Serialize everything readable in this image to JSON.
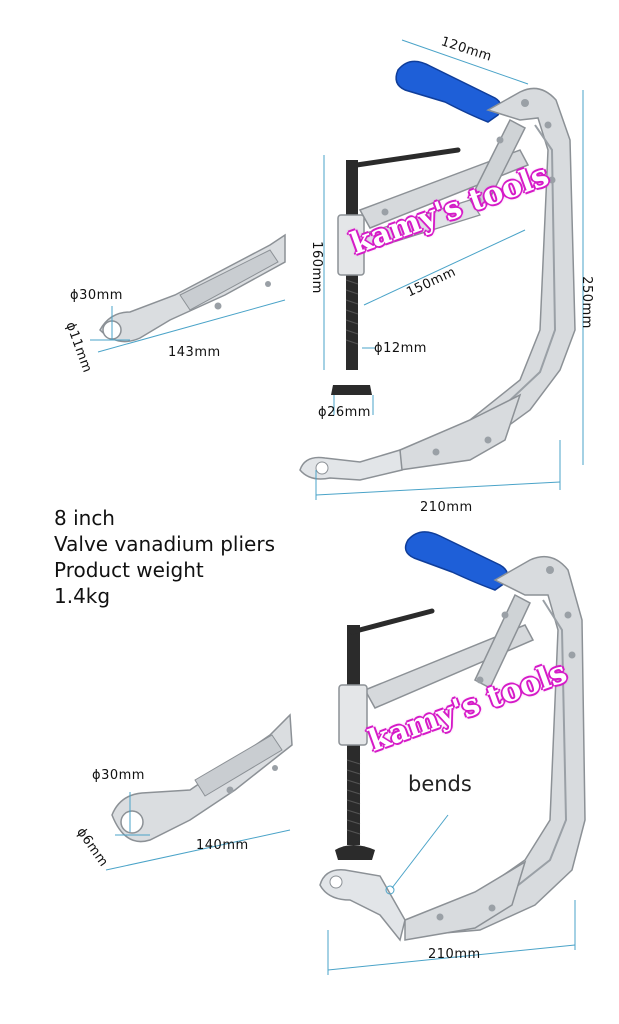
{
  "watermark": "kamy's tools",
  "product": {
    "size": "8 inch",
    "name": "Valve vanadium pliers",
    "weight_label": "Product weight",
    "weight": "1.4kg"
  },
  "top_figure": {
    "dims": {
      "top_width": "120mm",
      "height": "250mm",
      "screw_height": "160mm",
      "reach": "150mm",
      "screw_dia": "ϕ12mm",
      "pad_dia": "ϕ26mm",
      "base_width": "210mm"
    },
    "tip": {
      "outer": "ϕ30mm",
      "inner": "ϕ11mm",
      "length": "143mm"
    }
  },
  "bottom_figure": {
    "note": "bends",
    "dims": {
      "base_width": "210mm"
    },
    "tip": {
      "outer": "ϕ30mm",
      "inner": "ϕ6mm",
      "length": "140mm"
    }
  },
  "colors": {
    "grip_blue": "#1e5fd8",
    "metal": "#d8dbde",
    "screw": "#2b2b2b",
    "dim_line": "#4aa3c8",
    "watermark": "#d61cc8"
  }
}
